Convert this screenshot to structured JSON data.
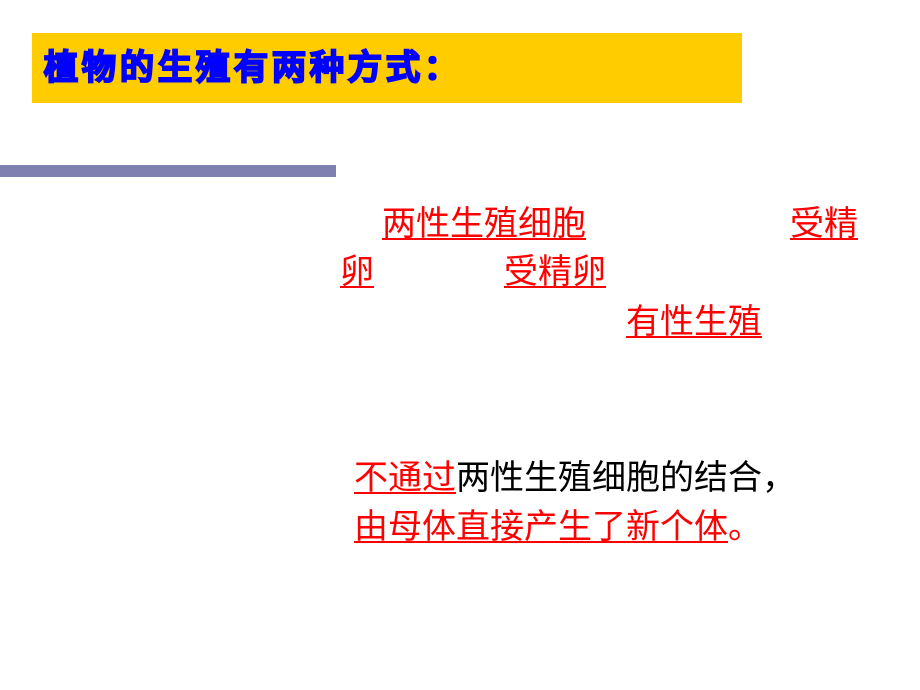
{
  "title": {
    "text": "植物的生殖有两种方式：",
    "bg_color": "#FFCC00",
    "text_color": "#0000FF"
  },
  "accent_bar": {
    "color": "#7F7FB0"
  },
  "sexual_block": {
    "line1_a": "两性生殖细胞",
    "line1_b": "受精",
    "line2_a": "卵",
    "line2_b": "受精卵",
    "line3": "有性生殖"
  },
  "asexual_block": {
    "line1_red": "不通过",
    "line1_black": "两性生殖细胞的结合，",
    "line2_red": "由母体直接产生了新个体",
    "line2_end": "。"
  },
  "colors": {
    "answer": "#FF0000",
    "body": "#000000"
  }
}
